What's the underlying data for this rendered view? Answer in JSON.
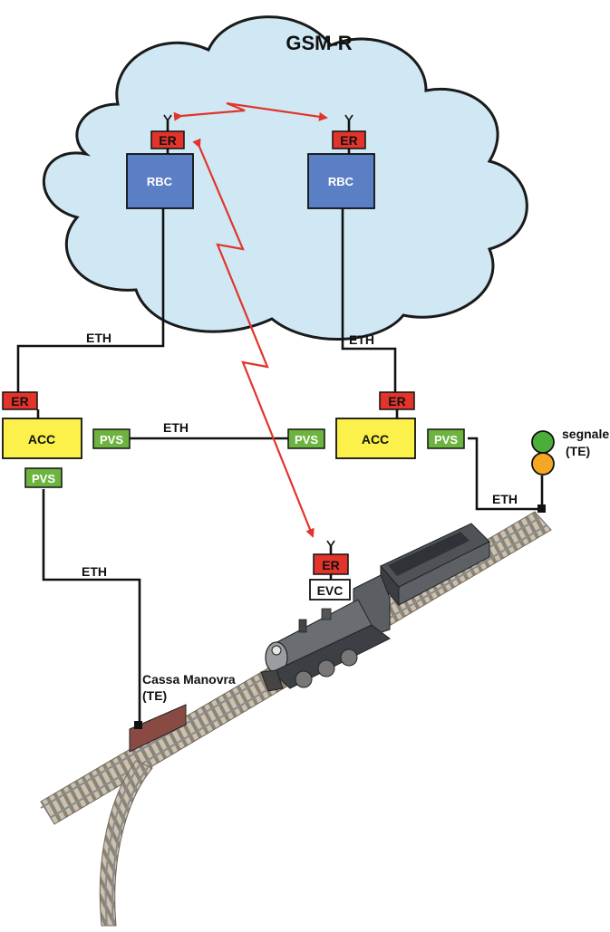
{
  "network": {
    "title": "GSM-R"
  },
  "labels": {
    "er": "ER",
    "rbc": "RBC",
    "acc": "ACC",
    "pvs": "PVS",
    "eth": "ETH",
    "evc": "EVC"
  },
  "signal": {
    "line1": "segnale",
    "line2": "(TE)"
  },
  "switch_box": {
    "line1": "Cassa Manovra",
    "line2": "(TE)"
  },
  "colors": {
    "cloud": "#cfe8f4",
    "rbc": "#5b7fc4",
    "er": "#e2342b",
    "acc": "#fbf14a",
    "pvs": "#6db33f",
    "radio_link": "#e2342b",
    "signal_green": "#4bae3a",
    "signal_amber": "#f5a623",
    "switch_box": "#8a4a44"
  }
}
